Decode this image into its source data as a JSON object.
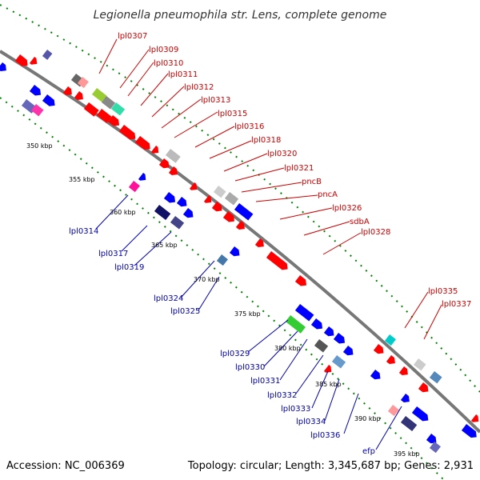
{
  "title": "Legionella pneumophila str. Lens, complete genome",
  "footer": {
    "accession": "Accession: NC_006369",
    "summary": "Topology: circular; Length: 3,345,687 bp; Genes: 2,931"
  },
  "colors": {
    "forward_strand": "#ff0000",
    "reverse_strand": "#0000ff",
    "backbone": "#808080",
    "tick": "#008000",
    "forward_label": "#cc0000",
    "reverse_label": "#0000aa"
  },
  "scale": {
    "labels": [
      "350 kbp",
      "355 kbp",
      "360 kbp",
      "365 kbp",
      "370 kbp",
      "375 kbp",
      "380 kbp",
      "385 kbp",
      "390 kbp",
      "395 kbp"
    ]
  },
  "forward_labels": [
    "lpl0307",
    "lpl0309",
    "lpl0310",
    "lpl0311",
    "lpl0312",
    "lpl0313",
    "lpl0315",
    "lpl0316",
    "lpl0318",
    "lpl0320",
    "lpl0321",
    "pncB",
    "pncA",
    "lpl0326",
    "sdbA",
    "lpl0328",
    "lpl0335",
    "lpl0337"
  ],
  "reverse_labels": [
    "lpl0314",
    "lpl0317",
    "lpl0319",
    "lpl0324",
    "lpl0325",
    "lpl0329",
    "lpl0330",
    "lpl0331",
    "lpl0332",
    "lpl0333",
    "lpl0334",
    "lpl0336",
    "efp"
  ]
}
